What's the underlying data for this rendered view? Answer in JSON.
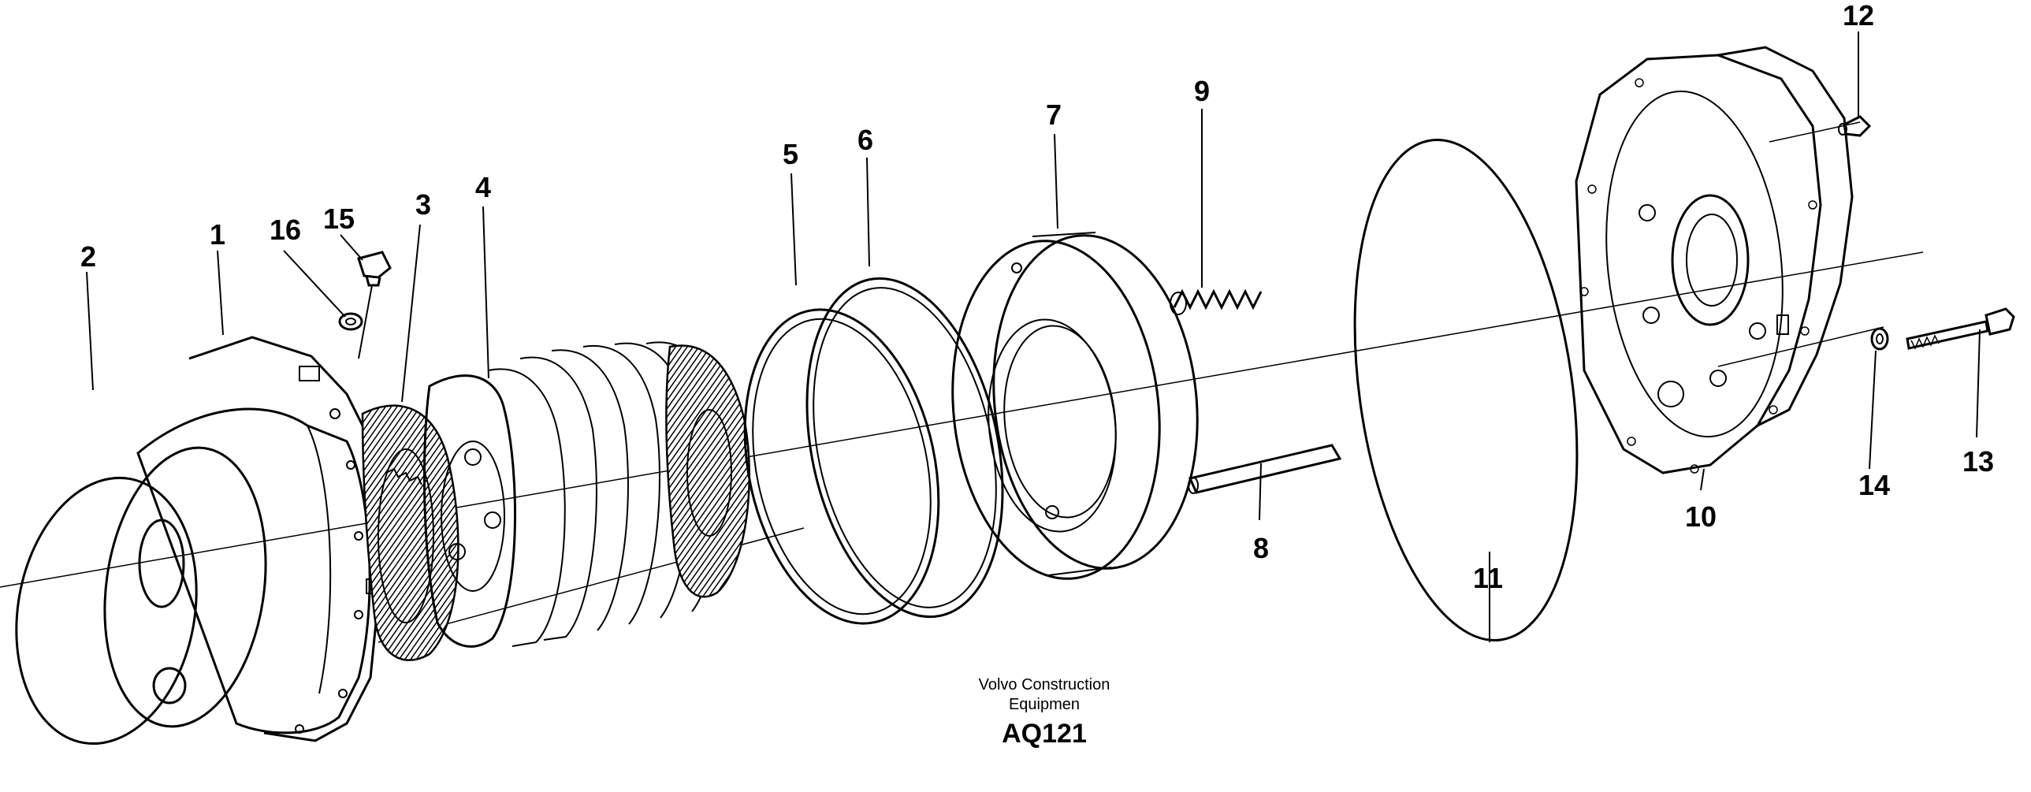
{
  "diagram": {
    "caption": {
      "line1": "Volvo Construction",
      "line2": "Equipmen",
      "code": "AQ121"
    },
    "callouts": [
      {
        "id": "2",
        "label": "2"
      },
      {
        "id": "1",
        "label": "1"
      },
      {
        "id": "16",
        "label": "16"
      },
      {
        "id": "15",
        "label": "15"
      },
      {
        "id": "3",
        "label": "3"
      },
      {
        "id": "4",
        "label": "4"
      },
      {
        "id": "5",
        "label": "5"
      },
      {
        "id": "6",
        "label": "6"
      },
      {
        "id": "7",
        "label": "7"
      },
      {
        "id": "9",
        "label": "9"
      },
      {
        "id": "8",
        "label": "8"
      },
      {
        "id": "11",
        "label": "11"
      },
      {
        "id": "10",
        "label": "10"
      },
      {
        "id": "12",
        "label": "12"
      },
      {
        "id": "14",
        "label": "14"
      },
      {
        "id": "13",
        "label": "13"
      }
    ]
  }
}
